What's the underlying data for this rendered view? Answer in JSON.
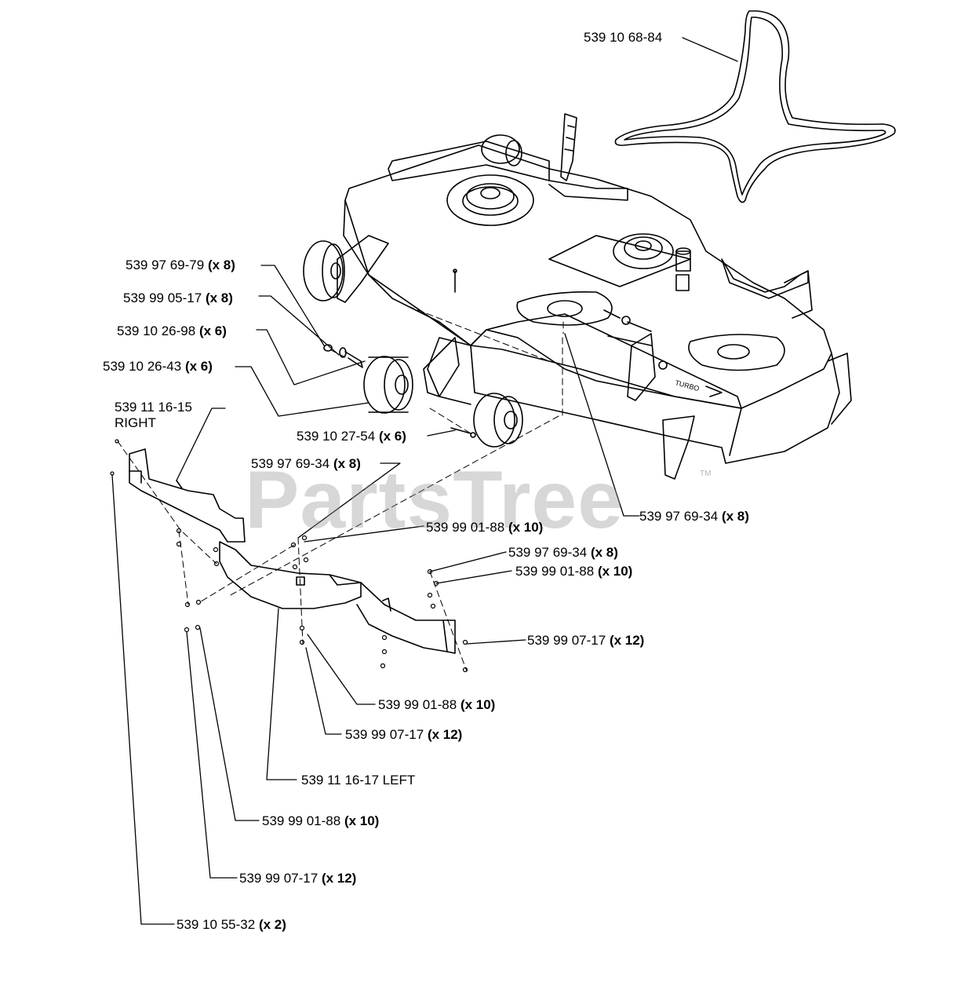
{
  "watermark": "PartsTree",
  "watermark_tm": "TM",
  "callouts": [
    {
      "part": "539 10 68-84",
      "qty": ""
    },
    {
      "part": "539 97 69-79",
      "qty": "(x 8)"
    },
    {
      "part": "539 99 05-17",
      "qty": "(x 8)"
    },
    {
      "part": "539 10 26-98",
      "qty": "(x 6)"
    },
    {
      "part": "539 10 26-43",
      "qty": "(x 6)"
    },
    {
      "part": "539 11 16-15",
      "qty": "",
      "line2": "RIGHT"
    },
    {
      "part": "539 10 27-54",
      "qty": "(x 6)"
    },
    {
      "part": "539 97 69-34",
      "qty": "(x 8)"
    },
    {
      "part": "539 97 69-34",
      "qty": "(x 8)"
    },
    {
      "part": "539 99 01-88",
      "qty": "(x 10)"
    },
    {
      "part": "539 97 69-34",
      "qty": "(x 8)"
    },
    {
      "part": "539 99 01-88",
      "qty": "(x 10)"
    },
    {
      "part": "539 99 07-17",
      "qty": "(x 12)"
    },
    {
      "part": "539 99 01-88",
      "qty": "(x 10)"
    },
    {
      "part": "539 99 07-17",
      "qty": "(x 12)"
    },
    {
      "part": "539 11 16-17 LEFT",
      "qty": ""
    },
    {
      "part": "539 99 01-88",
      "qty": "(x 10)"
    },
    {
      "part": "539 99 07-17",
      "qty": "(x 12)"
    },
    {
      "part": "539 10 55-32",
      "qty": "(x 2)"
    }
  ]
}
